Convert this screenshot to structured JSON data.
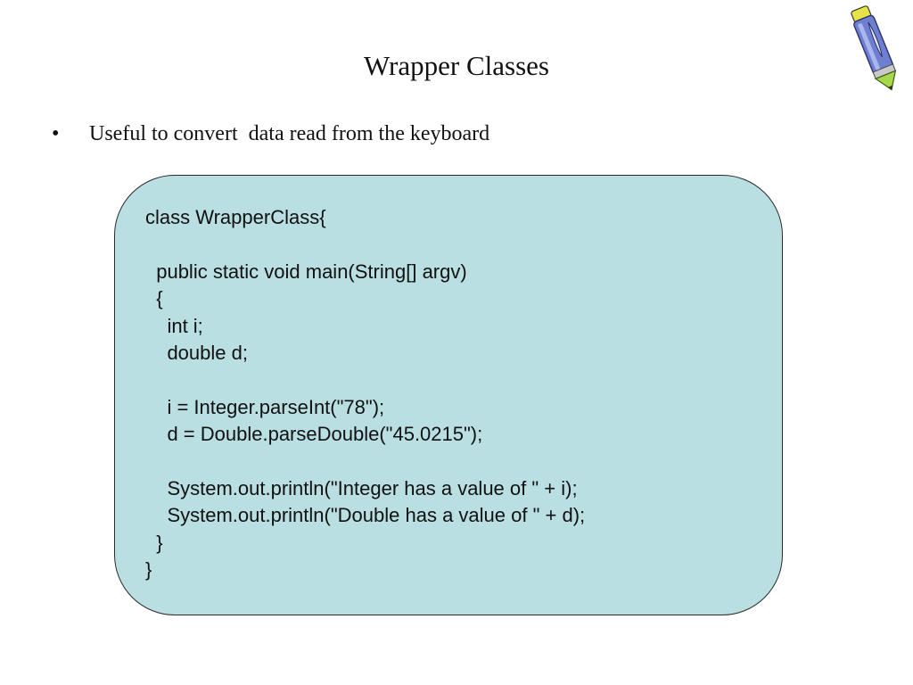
{
  "slide": {
    "title": "Wrapper Classes",
    "bullet_marker": "•",
    "bullet": "Useful to convert  data read from the keyboard"
  },
  "code": {
    "lines": [
      "class WrapperClass{",
      "",
      "  public static void main(String[] argv)",
      "  {",
      "    int i;",
      "    double d;",
      "",
      "    i = Integer.parseInt(\"78\");",
      "    d = Double.parseDouble(\"45.0215\");",
      "",
      "    System.out.println(\"Integer has a value of \" + i);",
      "    System.out.println(\"Double has a value of \" + d);",
      "  }",
      "}"
    ]
  },
  "decoration": {
    "pen_icon": "pen-icon",
    "box_color": "#b9dfe2"
  }
}
